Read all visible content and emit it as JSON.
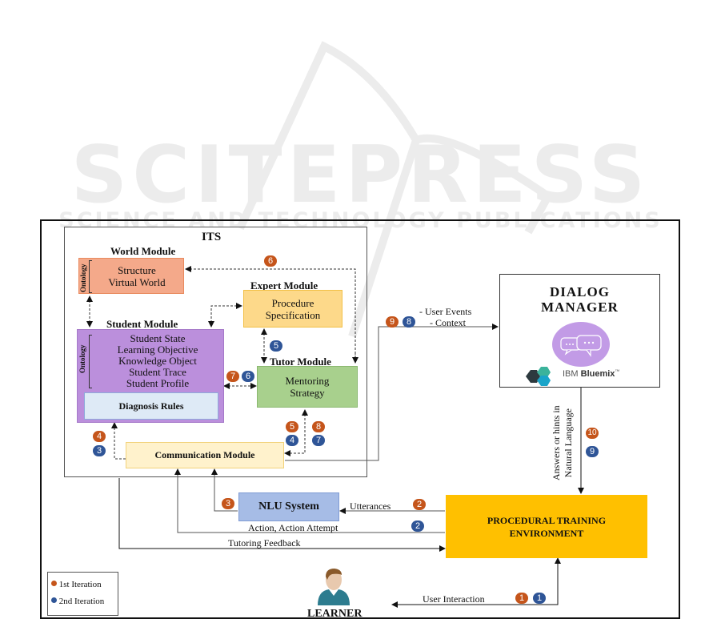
{
  "watermark": {
    "brand": "SCITEPRESS",
    "tagline": "SCIENCE AND TECHNOLOGY PUBLICATIONS"
  },
  "colors": {
    "first_iteration": "#c5551b",
    "second_iteration": "#2f5597",
    "world_module": "#f4a98a",
    "expert_module": "#fdd98a",
    "student_module": "#bb8fdc",
    "diagnosis_rules": "#deeaf6",
    "tutor_module": "#a8d08d",
    "communication_module": "#fff2cc",
    "nlu_system": "#a6bce6",
    "procedural_env": "#ffc000"
  },
  "its": {
    "title": "ITS",
    "world_module": {
      "title": "World Module",
      "ontology": "Ontology",
      "lines": [
        "Structure",
        "Virtual World"
      ]
    },
    "expert_module": {
      "title": "Expert Module",
      "lines": [
        "Procedure",
        "Specification"
      ]
    },
    "student_module": {
      "title": "Student Module",
      "ontology": "Ontology",
      "lines": [
        "Student State",
        "Learning Objective",
        "Knowledge Object",
        "Student Trace",
        "Student Profile"
      ],
      "diagnosis": "Diagnosis Rules"
    },
    "tutor_module": {
      "title": "Tutor Module",
      "lines": [
        "Mentoring",
        "Strategy"
      ]
    },
    "communication_module": {
      "label": "Communication Module"
    }
  },
  "dialog_manager": {
    "title_line1": "DIALOG",
    "title_line2": "MANAGER",
    "icon": "chat-bubbles-icon",
    "logo_text": "IBM ",
    "logo_bold": "Bluemix",
    "logo_tm": "™"
  },
  "nlu": {
    "label": "NLU System"
  },
  "procedural_env": {
    "line1": "PROCEDURAL TRAINING",
    "line2": "ENVIRONMENT"
  },
  "learner": {
    "label": "LEARNER",
    "icon": "user-avatar-icon"
  },
  "arrows": {
    "user_events": "- User Events",
    "context": "- Context",
    "answers_line1": "Answers or hints in",
    "answers_line2": "Natural Language",
    "utterances": "Utterances",
    "action_attempt": "Action, Action Attempt",
    "tutoring_feedback": "Tutoring Feedback",
    "user_interaction": "User Interaction"
  },
  "badges": {
    "world_6": "6",
    "expert_tutor_5": "5",
    "student_tutor_7": "7",
    "student_tutor_6": "6",
    "comm_student_4": "4",
    "comm_student_3": "3",
    "comm_tutor_5": "5",
    "comm_tutor_4": "4",
    "comm_tutor_8": "8",
    "comm_tutor_7": "7",
    "dm_9": "9",
    "dm_8": "8",
    "answers_10": "10",
    "answers_9": "9",
    "nlu_3": "3",
    "utter_2": "2",
    "action_2": "2",
    "ui_1a": "1",
    "ui_1b": "1"
  },
  "legend": {
    "items": [
      {
        "label": "1st Iteration",
        "color": "#c5551b"
      },
      {
        "label": "2nd Iteration",
        "color": "#2f5597"
      }
    ]
  }
}
